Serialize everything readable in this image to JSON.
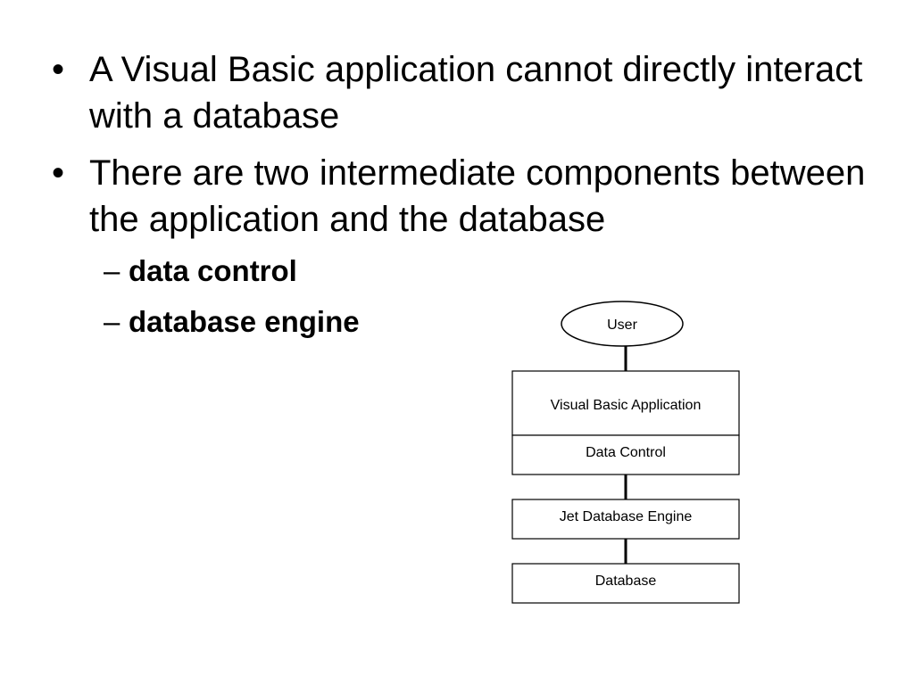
{
  "bullets": [
    {
      "marker": "•",
      "text": "A Visual Basic application cannot directly interact with a database"
    },
    {
      "marker": "•",
      "text": "There are two intermediate components between the application and the database"
    }
  ],
  "sub_bullets": [
    {
      "marker": "–",
      "text": "data control"
    },
    {
      "marker": "–",
      "text": "database engine"
    }
  ],
  "diagram": {
    "user": "User",
    "vb_app": "Visual Basic Application",
    "data_control": "Data Control",
    "jet_engine": "Jet Database Engine",
    "database": "Database"
  }
}
